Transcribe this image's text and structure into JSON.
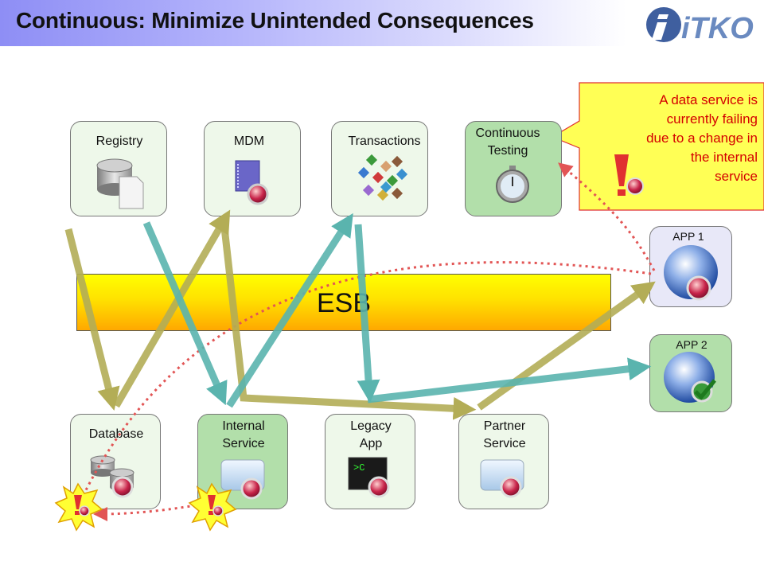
{
  "header": {
    "title": "Continuous: Minimize Unintended Consequences",
    "logo_text": "iTKO"
  },
  "esb": {
    "label": "ESB"
  },
  "top_nodes": {
    "registry": "Registry",
    "mdm": "MDM",
    "transactions": "Transactions",
    "continuous_testing_line1": "Continuous",
    "continuous_testing_line2": "Testing"
  },
  "bottom_nodes": {
    "database": "Database",
    "internal_service_line1": "Internal",
    "internal_service_line2": "Service",
    "legacy_app_line1": "Legacy",
    "legacy_app_line2": "App",
    "partner_service_line1": "Partner",
    "partner_service_line2": "Service"
  },
  "apps": {
    "app1": "APP 1",
    "app2": "APP 2"
  },
  "callout": {
    "lines": [
      "A data service is",
      "currently failing",
      "due to a change in",
      "the internal",
      "service"
    ]
  },
  "terminal_prompt": ">C",
  "colors": {
    "olive_arrow": "#b3ad56",
    "teal_arrow": "#5ab4ae",
    "alert_red": "#e03030",
    "callout_fill": "#ffff55",
    "dotted_red": "#e25555"
  }
}
